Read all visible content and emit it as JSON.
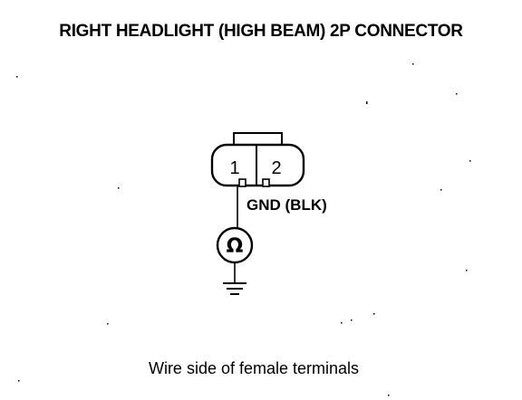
{
  "title": "RIGHT HEADLIGHT (HIGH BEAM) 2P CONNECTOR",
  "connector": {
    "pin_1": "1",
    "pin_2": "2"
  },
  "wire_label": "GND (BLK)",
  "meter_symbol": "Ω",
  "caption": "Wire side of female terminals",
  "icons": {
    "meter": "ohmmeter-icon",
    "ground": "ground-symbol-icon"
  },
  "colors": {
    "ink": "#000000",
    "background": "#ffffff"
  }
}
